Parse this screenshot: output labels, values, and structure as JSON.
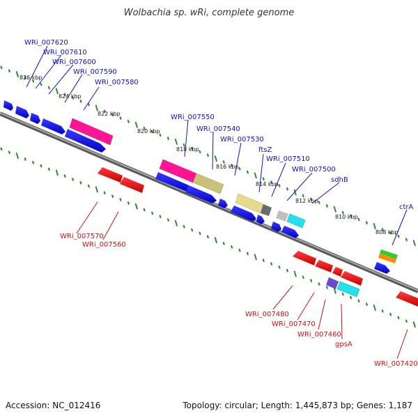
{
  "title": "Wolbachia sp. wRi, complete genome",
  "footer": {
    "accession": "Accession: NC_012416",
    "summary": "Topology: circular; Length: 1,445,873 bp; Genes: 1,187"
  },
  "colors": {
    "backbone": "#7a7a7a",
    "tick": "#2e8b2e",
    "forward_label": "#1010cc",
    "reverse_label": "#cc1010"
  },
  "kbp_labels": [
    "826 kbp",
    "824 kbp",
    "822 kbp",
    "820 kbp",
    "818 kbp",
    "816 kbp",
    "814 kbp",
    "812 kbp",
    "810 kbp",
    "808 kbp"
  ],
  "forward_labels": [
    "WRi_007620",
    "WRi_007610",
    "WRi_007600",
    "WRi_007590",
    "WRi_007580",
    "WRi_007550",
    "WRi_007540",
    "WRi_007530",
    "ftsZ",
    "WRi_007510",
    "WRi_007500",
    "sdhB",
    "ctrA"
  ],
  "reverse_labels": [
    "WRi_007570",
    "WRi_007560",
    "WRi_007480",
    "WRi_007470",
    "WRi_007460",
    "gpsA",
    "WRi_007420"
  ]
}
